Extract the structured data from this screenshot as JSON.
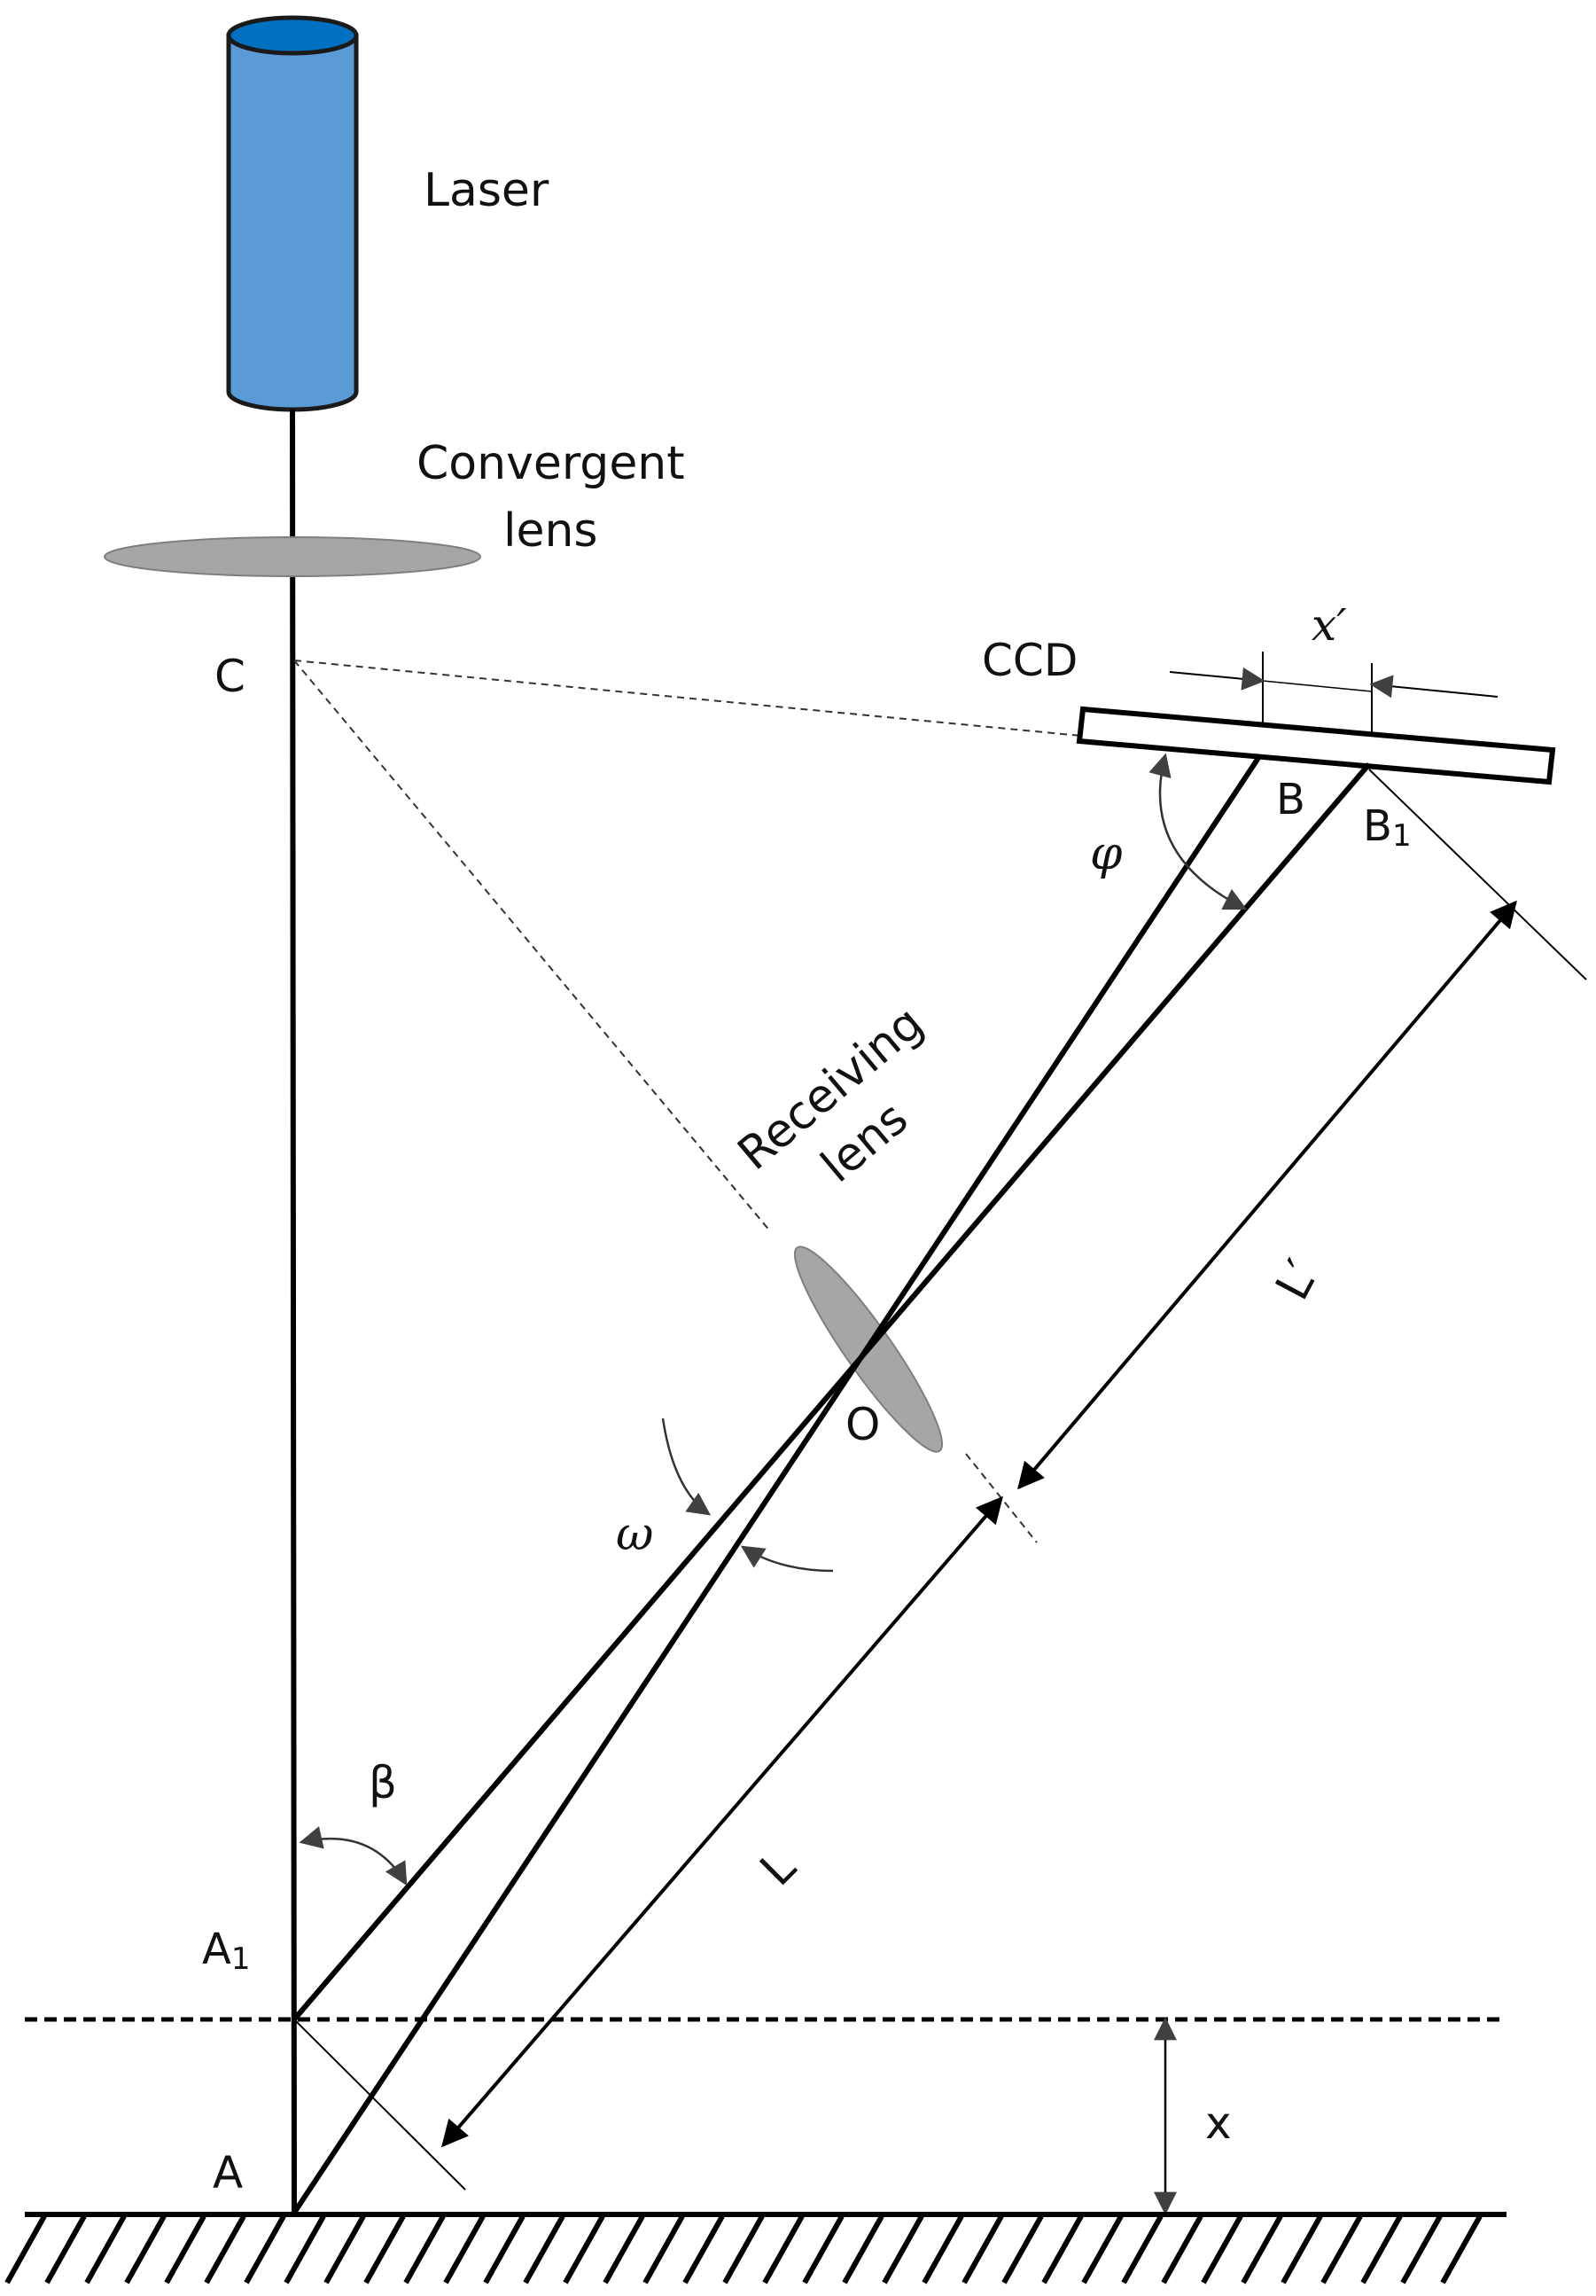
{
  "colors": {
    "laser_body": "#5b9bd5",
    "laser_top": "#0070c0",
    "laser_outline": "#1a1a1a",
    "lens_fill": "#a6a6a6",
    "lens_outline": "#7f7f7f",
    "stroke": "#000000",
    "background": "#ffffff"
  },
  "icons": {
    "laser": "laser-cylinder-icon",
    "convergent_lens": "convergent-lens-icon",
    "receiving_lens": "receiving-lens-icon",
    "ccd": "ccd-sensor-icon",
    "ground": "hatched-ground-icon"
  },
  "labels": {
    "laser": "Laser",
    "convergent_lens_line1": "Convergent",
    "convergent_lens_line2": "lens",
    "receiving_lens_line1": "Receiving",
    "receiving_lens_line2": "lens",
    "ccd": "CCD",
    "point_c": "C",
    "point_b": "B",
    "point_b1": "B",
    "point_b1_sub": "1",
    "point_o": "O",
    "point_a": "A",
    "point_a1": "A",
    "point_a1_sub": "1",
    "angle_phi": "φ",
    "angle_omega": "ω",
    "angle_beta": "β",
    "dim_x_prime": "x′",
    "dim_l_prime": "L′",
    "dim_l": "L",
    "dim_x": "x"
  }
}
